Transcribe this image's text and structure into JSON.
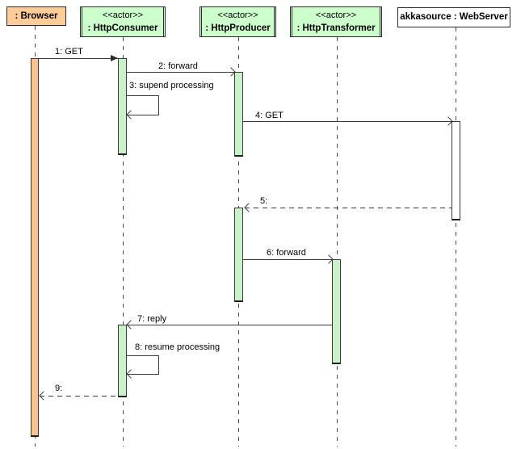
{
  "diagram": {
    "type": "uml-sequence-diagram",
    "colors": {
      "actor_fill": "#ccffcc",
      "browser_fill": "#ffcc99",
      "webserver_fill": "#ffffff",
      "activation_green": "#c9f2c9",
      "activation_orange": "#fbc28c",
      "line": "#3a3a3a"
    }
  },
  "actors": [
    {
      "id": "browser",
      "stereotype": "",
      "name": ": Browser"
    },
    {
      "id": "http-consumer",
      "stereotype": "<<actor>>",
      "name": ": HttpConsumer"
    },
    {
      "id": "http-producer",
      "stereotype": "<<actor>>",
      "name": ": HttpProducer"
    },
    {
      "id": "http-transformer",
      "stereotype": "<<actor>>",
      "name": ": HttpTransformer"
    },
    {
      "id": "webserver",
      "stereotype": "",
      "name": "akkasource : WebServer"
    }
  ],
  "messages": [
    {
      "label": "1: GET",
      "from": ": Browser",
      "to": ": HttpConsumer",
      "line": "solid",
      "arrow": "filled"
    },
    {
      "label": "2: forward",
      "from": ": HttpConsumer",
      "to": ": HttpProducer",
      "line": "solid",
      "arrow": "open"
    },
    {
      "label": "3: supend processing",
      "from": ": HttpConsumer",
      "to": ": HttpConsumer",
      "line": "solid",
      "arrow": "open"
    },
    {
      "label": "4: GET",
      "from": ": HttpProducer",
      "to": "akkasource : WebServer",
      "line": "solid",
      "arrow": "open"
    },
    {
      "label": "5:",
      "from": "akkasource : WebServer",
      "to": ": HttpProducer",
      "line": "dashed",
      "arrow": "open"
    },
    {
      "label": "6: forward",
      "from": ": HttpProducer",
      "to": ": HttpTransformer",
      "line": "solid",
      "arrow": "open"
    },
    {
      "label": "7: reply",
      "from": ": HttpTransformer",
      "to": ": HttpConsumer",
      "line": "solid",
      "arrow": "open"
    },
    {
      "label": "8: resume processing",
      "from": ": HttpConsumer",
      "to": ": HttpConsumer",
      "line": "solid",
      "arrow": "open"
    },
    {
      "label": "9:",
      "from": ": HttpConsumer",
      "to": ": Browser",
      "line": "dashed",
      "arrow": "open"
    }
  ]
}
